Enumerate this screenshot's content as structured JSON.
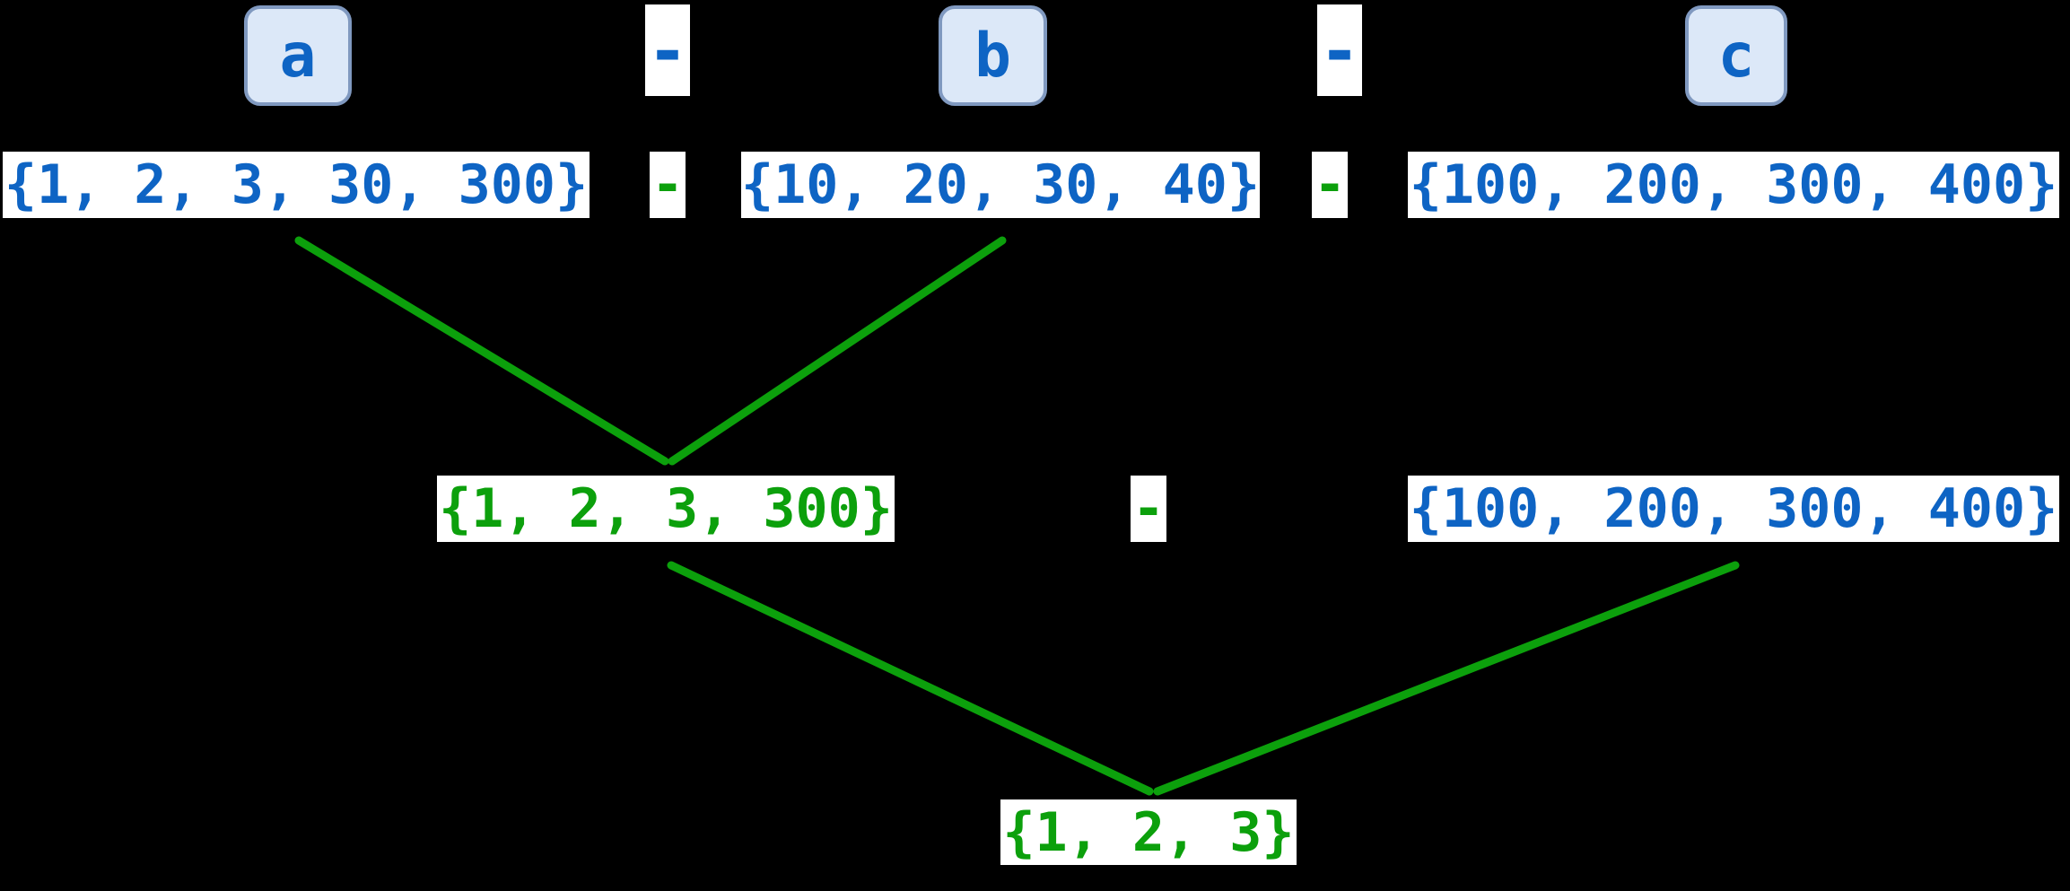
{
  "colors": {
    "background": "#000000",
    "blue": "#0e64c4",
    "green": "#0ca00c",
    "box_bg": "#ffffff",
    "label_fill": "#dce8f8",
    "label_border": "#8099c0"
  },
  "variables_row": {
    "a_label": "a",
    "minus_ab": "-",
    "b_label": "b",
    "minus_bc": "-",
    "c_label": "c"
  },
  "sets_row": {
    "a_value": "{1, 2, 3, 30, 300}",
    "minus_ab": "-",
    "b_value": "{10, 20, 30, 40}",
    "minus_bc": "-",
    "c_value": "{100, 200, 300, 400}"
  },
  "step1_row": {
    "a_minus_b_result": "{1, 2, 3, 300}",
    "minus": "-",
    "c_value": "{100, 200, 300, 400}"
  },
  "final_row": {
    "result": "{1, 2, 3}"
  }
}
